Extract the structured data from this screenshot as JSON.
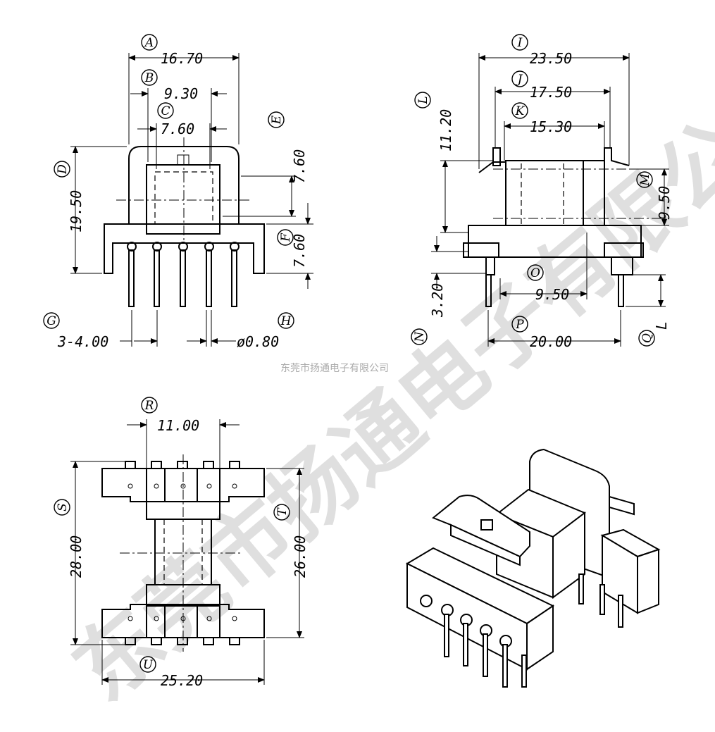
{
  "watermark": {
    "small_text": "东莞市扬通电子有限公司",
    "large_text": "东莞市扬通电子有限公司"
  },
  "dimensions": {
    "A": "16.70",
    "B": "9.30",
    "C": "7.60",
    "D": "19.50",
    "E": "7.60",
    "F": "7.60",
    "G": "3-4.00",
    "H": "ø0.80",
    "I": "23.50",
    "J": "17.50",
    "K": "15.30",
    "L": "11.20",
    "M": "9.50",
    "N": "3.20",
    "O": "9.50",
    "P": "20.00",
    "Q": "L",
    "R": "11.00",
    "S": "28.00",
    "T": "26.00",
    "U": "25.20"
  },
  "labels": [
    "A",
    "B",
    "C",
    "D",
    "E",
    "F",
    "G",
    "H",
    "I",
    "J",
    "K",
    "L",
    "M",
    "N",
    "O",
    "P",
    "Q",
    "R",
    "S",
    "T",
    "U"
  ]
}
